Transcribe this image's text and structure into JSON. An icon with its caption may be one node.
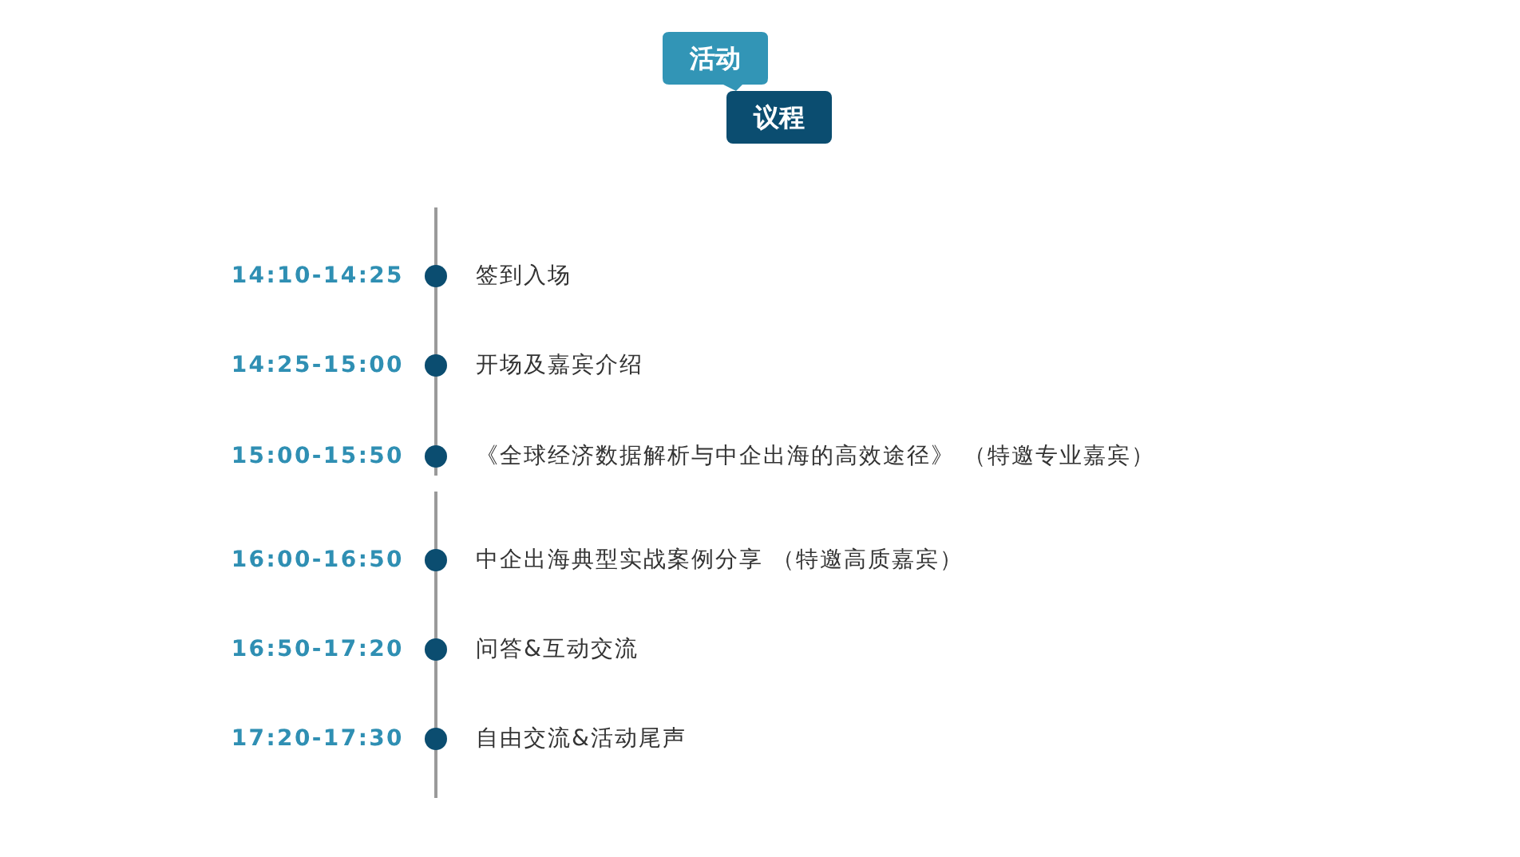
{
  "diagram": {
    "nodes": [
      {
        "text": [
          "活动"
        ]
      },
      {
        "text": [
          "议程"
        ]
      }
    ],
    "labels": [
      "14:10-14:25",
      "签到入场",
      "14:25-15:00",
      "开场及嘉宾介绍",
      "15:00-15:50",
      "《全球经济数据解析与中企出海的高效途径》 （特邀专业嘉宾）",
      "16:00-16:50",
      "中企出海典型实战案例分享 （特邀高质嘉宾）",
      "16:50-17:20",
      "问答&互动交流",
      "17:20-17:30",
      "自由交流&活动尾声"
    ]
  }
}
